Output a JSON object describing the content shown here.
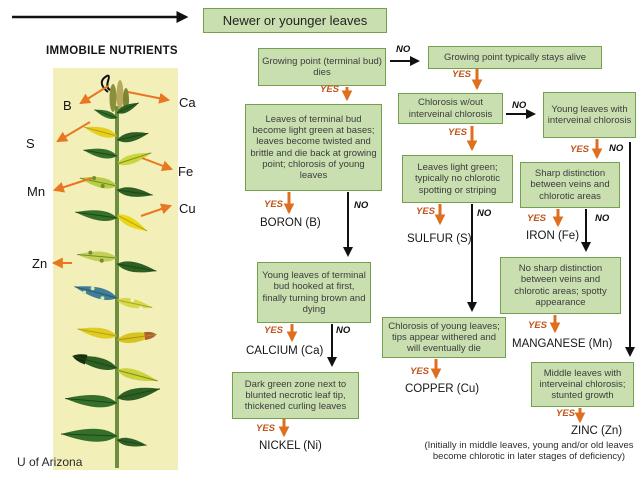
{
  "title": "Newer or younger leaves",
  "left_panel": {
    "heading": "IMMOBILE NUTRIENTS",
    "credit": "U of Arizona",
    "nutrients": {
      "b": "B",
      "ca": "Ca",
      "s": "S",
      "fe": "Fe",
      "mn": "Mn",
      "cu": "Cu",
      "zn": "Zn"
    }
  },
  "labels": {
    "yes": "YES",
    "no": "NO"
  },
  "flow": {
    "growing_point_dies": "Growing point (terminal bud) dies",
    "stays_alive": "Growing point typically stays alive",
    "terminal_bud_light_green": "Leaves of terminal bud become light green at bases; leaves become twisted and brittle and die back at growing point; chlorosis of young leaves",
    "boron": "BORON (B)",
    "young_hooked": "Young leaves of terminal bud hooked at first, finally turning brown and dying",
    "calcium": "CALCIUM (Ca)",
    "dark_green_zone": "Dark green zone next to blunted necrotic leaf tip, thickened curling leaves",
    "nickel": "NICKEL (Ni)",
    "chlorosis_wout": "Chlorosis w/out interveinal chlorosis",
    "leaves_light_green": "Leaves light green; typically no chlorotic spotting or striping",
    "sulfur": "SULFUR (S)",
    "chlorosis_young": "Chlorosis of young leaves; tips appear withered and will eventually die",
    "copper": "COPPER (Cu)",
    "young_interveinal": "Young leaves with interveinal chlorosis",
    "sharp_distinction": "Sharp distinction between veins and chlorotic areas",
    "iron": "IRON (Fe)",
    "no_sharp": "No sharp distinction between veins and chlorotic areas; spotty appearance",
    "manganese": "MANGANESE (Mn)",
    "middle_leaves": "Middle leaves with interveinal chlorosis; stunted growth",
    "zinc": "ZINC (Zn)",
    "zinc_note": "(Initially in middle leaves, young and/or old leaves become chlorotic in later stages of deficiency)"
  },
  "colors": {
    "box_fill": "#cadfb0",
    "box_border": "#73a04e",
    "yes_color": "#c0561d",
    "no_color": "#0f0f0f",
    "arrow_orange": "#df6f1f",
    "arrow_black": "#111111",
    "plant_bg": "#f3efb8",
    "leaf_green": "#2e6023",
    "leaf_yellow": "#e7cf1d",
    "leaf_teal": "#3e7e96"
  }
}
